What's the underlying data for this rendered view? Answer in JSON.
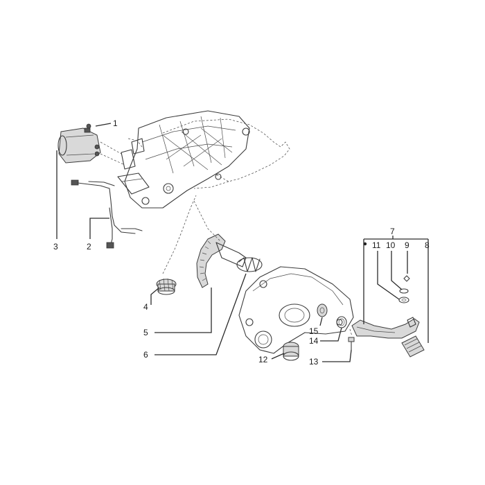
{
  "diagram": {
    "parts": [
      {
        "ref": "1",
        "label": "1"
      },
      {
        "ref": "2",
        "label": "2"
      },
      {
        "ref": "3",
        "label": "3"
      },
      {
        "ref": "4",
        "label": "4"
      },
      {
        "ref": "5",
        "label": "5"
      },
      {
        "ref": "6",
        "label": "6"
      },
      {
        "ref": "7",
        "label": "7"
      },
      {
        "ref": "8",
        "label": "8"
      },
      {
        "ref": "9",
        "label": "9"
      },
      {
        "ref": "10",
        "label": "10"
      },
      {
        "ref": "11",
        "label": "11"
      },
      {
        "ref": "12",
        "label": "12"
      },
      {
        "ref": "13",
        "label": "13"
      },
      {
        "ref": "14",
        "label": "14"
      },
      {
        "ref": "15",
        "label": "15"
      }
    ]
  }
}
